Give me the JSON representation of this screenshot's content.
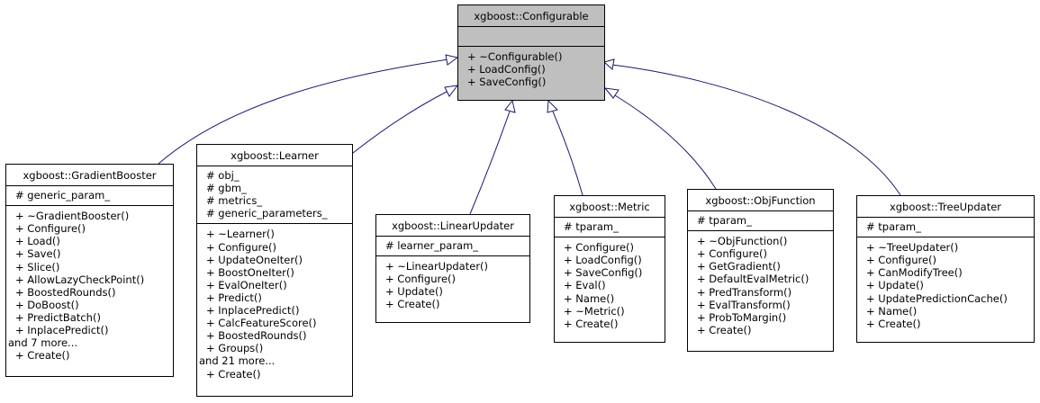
{
  "diagram": {
    "base": {
      "title": "xgboost::Configurable",
      "attributes": [],
      "operations": [
        "+ ~Configurable()",
        "+ LoadConfig()",
        "+ SaveConfig()"
      ]
    },
    "children": [
      {
        "key": "gradient-booster",
        "title": "xgboost::GradientBooster",
        "attributes": [
          "# generic_param_"
        ],
        "operations": [
          "+ ~GradientBooster()",
          "+ Configure()",
          "+ Load()",
          "+ Save()",
          "+ Slice()",
          "+ AllowLazyCheckPoint()",
          "+ BoostedRounds()",
          "+ DoBoost()",
          "+ PredictBatch()",
          "+ InplacePredict()",
          "and 7 more...",
          "+ Create()"
        ]
      },
      {
        "key": "learner",
        "title": "xgboost::Learner",
        "attributes": [
          "# obj_",
          "# gbm_",
          "# metrics_",
          "# generic_parameters_"
        ],
        "operations": [
          "+ ~Learner()",
          "+ Configure()",
          "+ UpdateOneIter()",
          "+ BoostOneIter()",
          "+ EvalOneIter()",
          "+ Predict()",
          "+ InplacePredict()",
          "+ CalcFeatureScore()",
          "+ BoostedRounds()",
          "+ Groups()",
          "and 21 more...",
          "+ Create()"
        ]
      },
      {
        "key": "linear-updater",
        "title": "xgboost::LinearUpdater",
        "attributes": [
          "# learner_param_"
        ],
        "operations": [
          "+ ~LinearUpdater()",
          "+ Configure()",
          "+ Update()",
          "+ Create()"
        ]
      },
      {
        "key": "metric",
        "title": "xgboost::Metric",
        "attributes": [
          "# tparam_"
        ],
        "operations": [
          "+ Configure()",
          "+ LoadConfig()",
          "+ SaveConfig()",
          "+ Eval()",
          "+ Name()",
          "+ ~Metric()",
          "+ Create()"
        ]
      },
      {
        "key": "obj-function",
        "title": "xgboost::ObjFunction",
        "attributes": [
          "# tparam_"
        ],
        "operations": [
          "+ ~ObjFunction()",
          "+ Configure()",
          "+ GetGradient()",
          "+ DefaultEvalMetric()",
          "+ PredTransform()",
          "+ EvalTransform()",
          "+ ProbToMargin()",
          "+ Create()"
        ]
      },
      {
        "key": "tree-updater",
        "title": "xgboost::TreeUpdater",
        "attributes": [
          "# tparam_"
        ],
        "operations": [
          "+ ~TreeUpdater()",
          "+ Configure()",
          "+ CanModifyTree()",
          "+ Update()",
          "+ UpdatePredictionCache()",
          "+ Name()",
          "+ Create()"
        ]
      }
    ],
    "colors": {
      "edge": "#191970",
      "base_fill": "#bfbfbf",
      "box_border": "#000000"
    }
  }
}
